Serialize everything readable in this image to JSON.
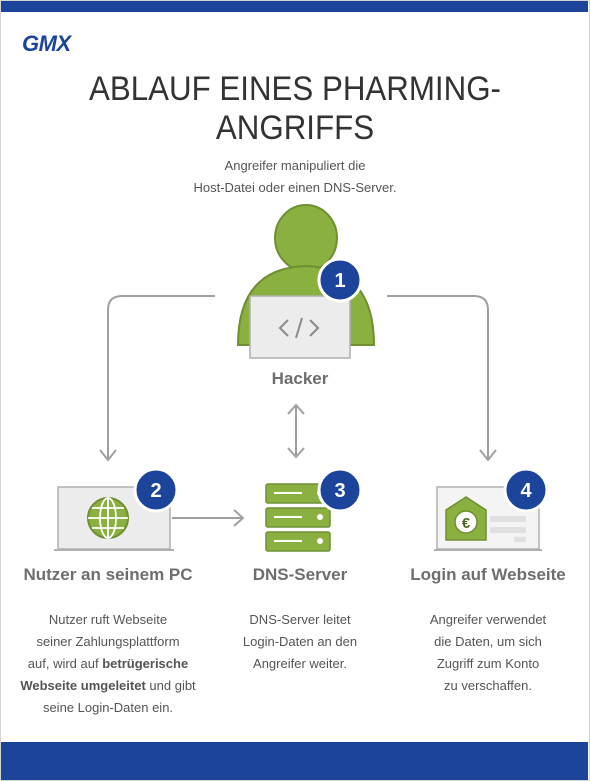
{
  "brand": {
    "logo": "GMX"
  },
  "title": "ABLAUF EINES PHARMING-ANGRIFFS",
  "hacker": {
    "note_line1": "Angreifer manipuliert die",
    "note_line2": "Host-Datei oder einen DNS-Server.",
    "label": "Hacker",
    "number": "1"
  },
  "steps": [
    {
      "number": "2",
      "label": "Nutzer an seinem PC",
      "desc": [
        "Nutzer ruft Webseite",
        "seiner Zahlungsplattform",
        "auf, wird auf ",
        "betrügerische",
        "Webseite umgeleitet",
        " und gibt",
        "seine Login-Daten ein."
      ]
    },
    {
      "number": "3",
      "label": "DNS-Server",
      "desc": [
        "DNS-Server leitet",
        "Login-Daten an den",
        "Angreifer weiter."
      ]
    },
    {
      "number": "4",
      "label": "Login auf Webseite",
      "desc": [
        "Angreifer verwendet",
        "die Daten, um sich",
        "Zugriff zum Konto",
        "zu verschaffen."
      ]
    }
  ],
  "colors": {
    "brand_blue": "#1c449b",
    "green": "#8ab040",
    "gray": "#a0a0a0"
  }
}
